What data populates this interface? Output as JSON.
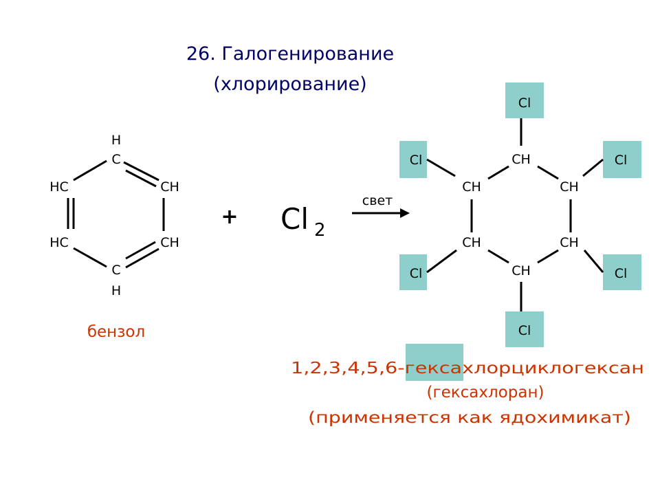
{
  "title": {
    "line1": "26. Галогенирование",
    "line2": "(хлорирование)"
  },
  "benzene": {
    "atoms": {
      "top_h": "H",
      "top_c": "C",
      "hc_upper": "HC",
      "ch_upper": "CH",
      "hc_lower": "HC",
      "ch_lower": "CH",
      "bottom_c": "C",
      "bottom_h": "H"
    },
    "name": "бензол"
  },
  "reaction": {
    "plus": "+",
    "reagent_main": "Cl",
    "reagent_subscript": "2",
    "condition": "свет"
  },
  "product": {
    "ring_atoms": [
      "CH",
      "CH",
      "CH",
      "CH",
      "CH",
      "CH"
    ],
    "substituents": [
      "Cl",
      "Cl",
      "Cl",
      "Cl",
      "Cl",
      "Cl"
    ],
    "name_line1": "1,2,3,4,5,6-гексахлорциклогексан",
    "name_line2": "(гексахлоран)",
    "name_line3": "(применяется как ядохимикат)"
  },
  "colors": {
    "title": "#000066",
    "name_text": "#cc3300",
    "cl_box": "#8fcfcb",
    "bond": "#000000"
  }
}
